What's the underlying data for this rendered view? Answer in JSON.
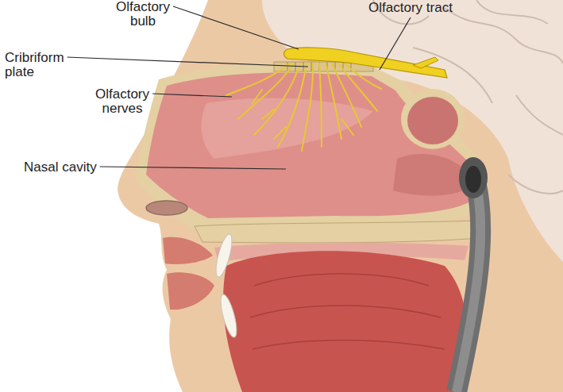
{
  "diagram": {
    "labels": [
      "Olfactory bulb",
      "Olfactory tract",
      "Cribriform plate",
      "Olfactory nerves",
      "Nasal cavity"
    ]
  }
}
